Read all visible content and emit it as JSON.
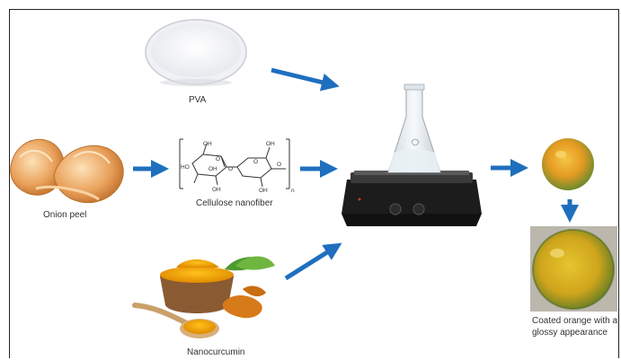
{
  "labels": {
    "pva": "PVA",
    "onion_peel": "Onion peel",
    "cellulose_nanofiber": "Cellulose nanofiber",
    "nanocurcumin": "Nanocurcumin",
    "coated_orange": "Coated orange with a glossy appearance"
  },
  "structure": {
    "oh_top_left": "OH",
    "oh_left": "HO",
    "oh_mid_top": "OH",
    "o_link": "O",
    "o_ring1": "O",
    "o_ring2": "O",
    "oh_bottom1": "OH",
    "oh_bottom2": "OH",
    "oh_top_right": "OH",
    "subscript_n": "n",
    "o_end": "O"
  },
  "colors": {
    "arrow": "#1f6fbf",
    "frame": "#222222"
  }
}
